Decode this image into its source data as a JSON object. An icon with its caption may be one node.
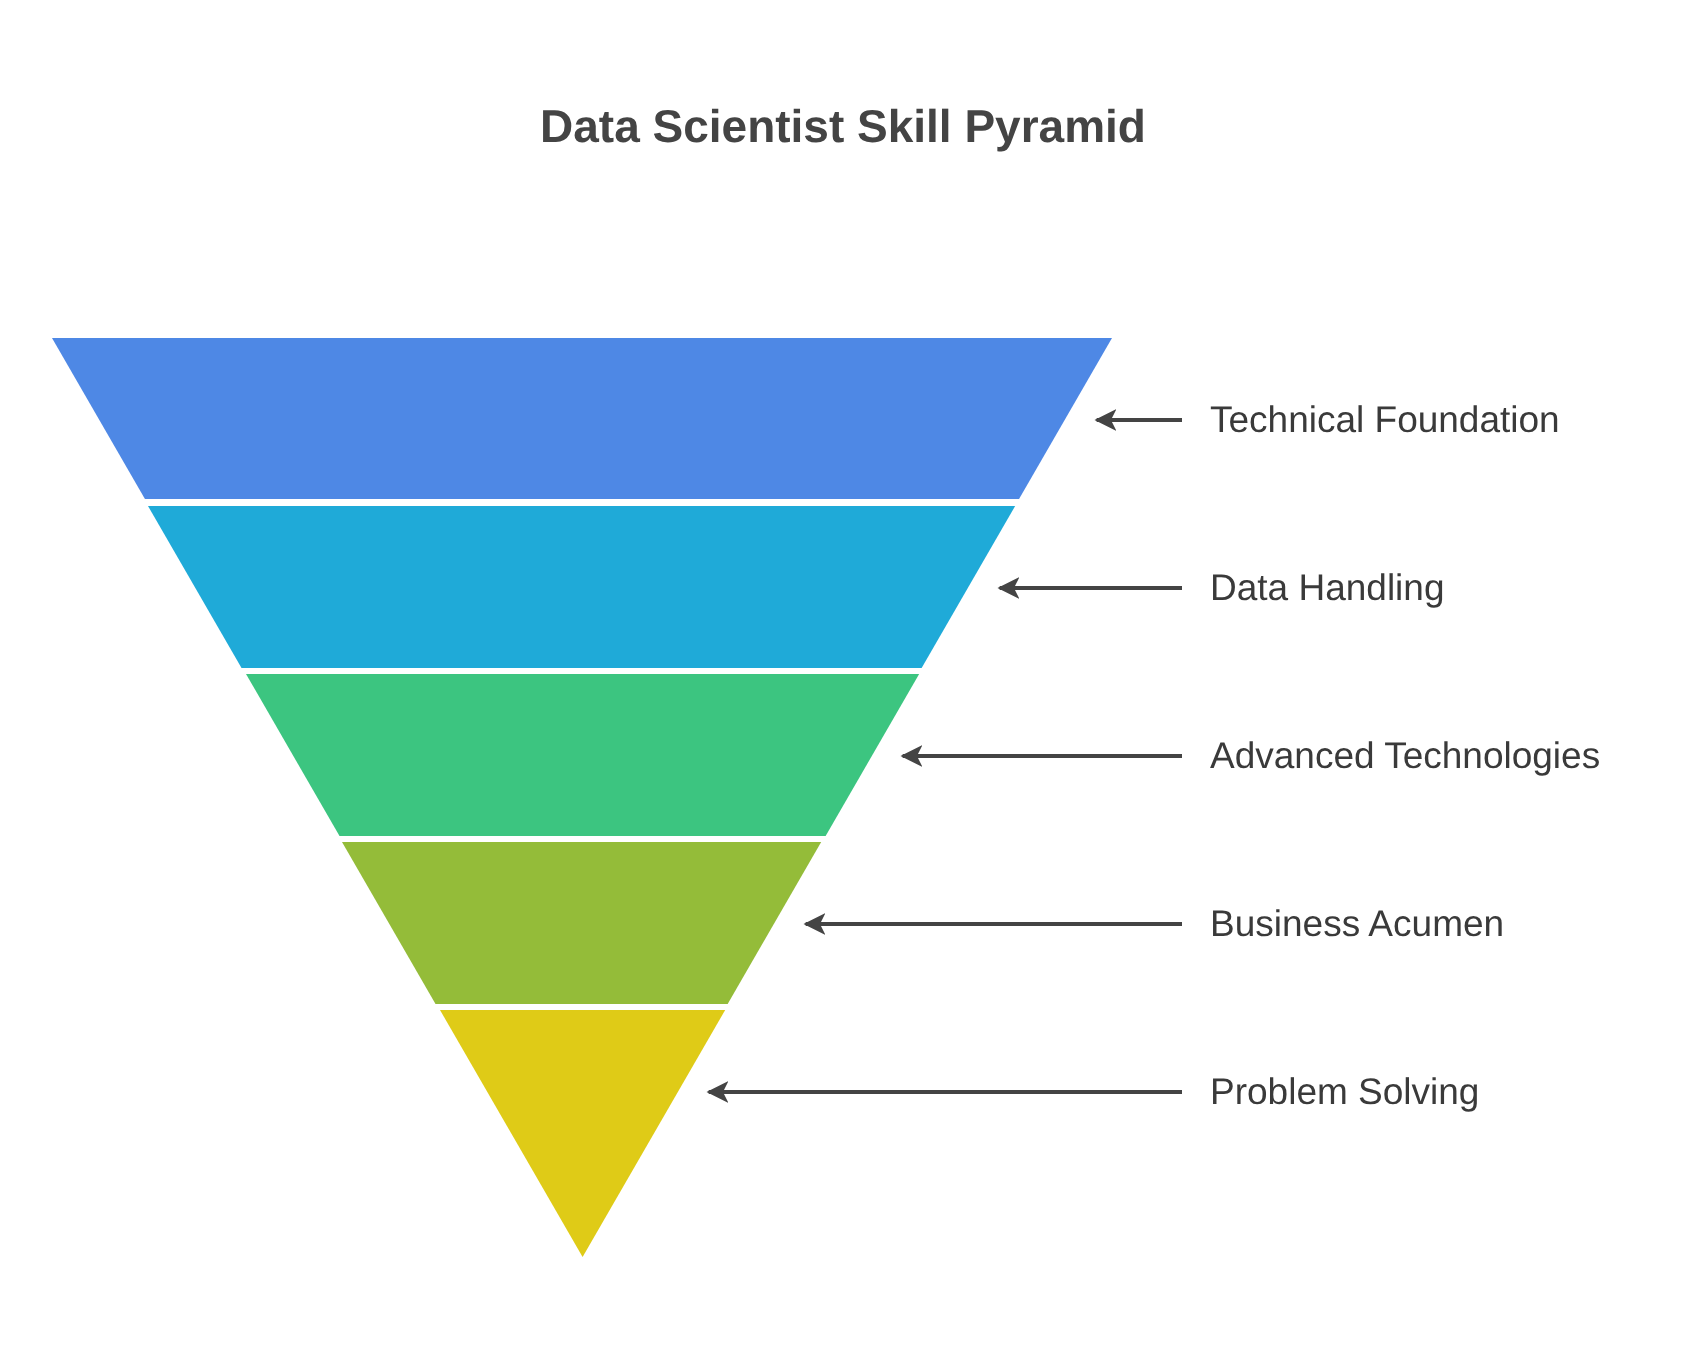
{
  "diagram": {
    "title": "Data Scientist Skill Pyramid",
    "nodes": [
      {
        "text": [],
        "shape": "trapezoid"
      },
      {
        "text": [],
        "shape": "trapezoid"
      },
      {
        "text": [],
        "shape": "trapezoid"
      },
      {
        "text": [],
        "shape": "trapezoid"
      },
      {
        "text": [],
        "shape": "triangle"
      },
      {
        "text": [
          "Technical Foundation"
        ]
      },
      {
        "text": [
          "Data Handling"
        ]
      },
      {
        "text": [
          "Advanced Technologies"
        ]
      },
      {
        "text": [
          "Business Acumen"
        ]
      },
      {
        "text": [
          "Problem Solving"
        ]
      }
    ],
    "edges": [
      {
        "from": 5,
        "to": 0,
        "arrow": "to"
      },
      {
        "from": 6,
        "to": 1,
        "arrow": "to"
      },
      {
        "from": 7,
        "to": 2,
        "arrow": "to"
      },
      {
        "from": 8,
        "to": 3,
        "arrow": "to"
      },
      {
        "from": 9,
        "to": 4,
        "arrow": "to"
      }
    ]
  }
}
